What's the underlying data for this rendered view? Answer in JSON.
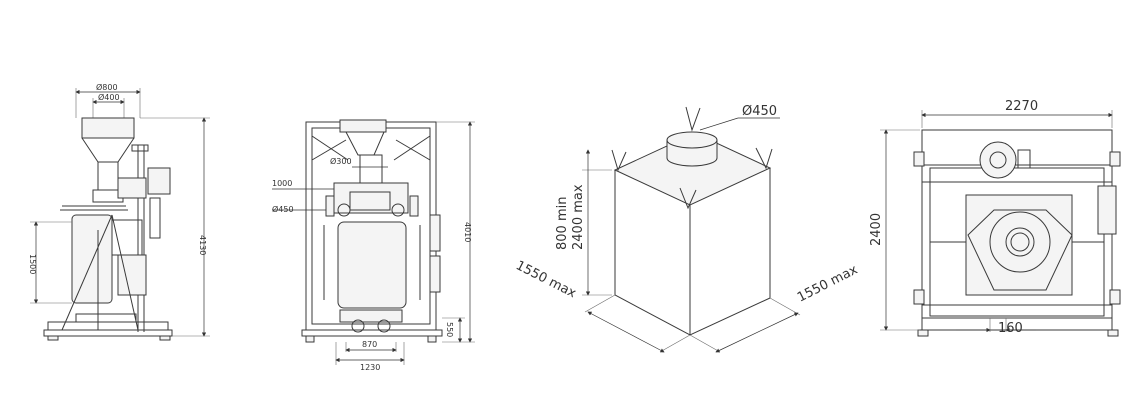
{
  "views": {
    "front": {
      "dia_top": "Ø800",
      "dia_inner": "Ø400",
      "height_total": "4130",
      "height_lower": "1500"
    },
    "side": {
      "dia_mid": "Ø300",
      "dim_1000": "1000",
      "dia_450": "Ø450",
      "height_total": "4010",
      "height_base": "550",
      "width_870": "870",
      "width_1230": "1230"
    },
    "bigbag": {
      "spout_dia": "Ø450",
      "height_min": "800 min",
      "height_max": "2400 max",
      "width_left": "1550 max",
      "width_right": "1550 max"
    },
    "top": {
      "width": "2270",
      "height": "2400",
      "bottom_dim": "160"
    }
  }
}
